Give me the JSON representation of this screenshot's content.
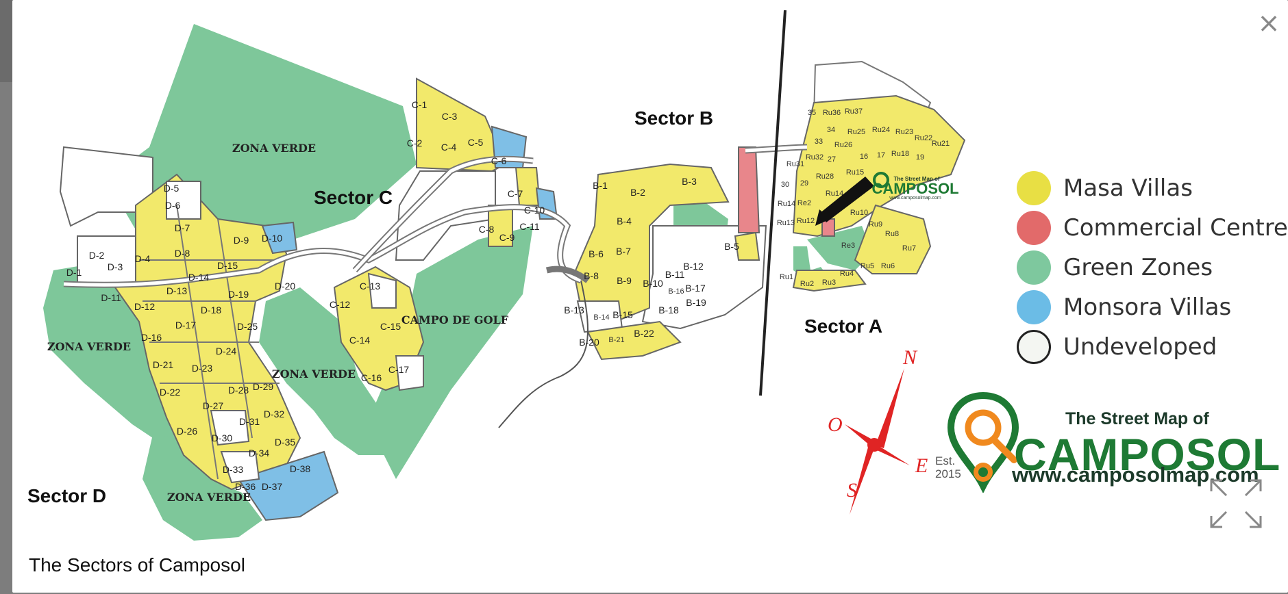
{
  "viewer": {
    "close_label": "×",
    "caption": "The Sectors of Camposol"
  },
  "colors": {
    "masa": "#f2e96b",
    "commercial": "#e8868b",
    "green": "#7ec79a",
    "monsora": "#7fbfe6",
    "undeveloped": "#ffffff",
    "road": "#666666"
  },
  "map": {
    "sector_labels": [
      "Sector A",
      "Sector B",
      "Sector C",
      "Sector D"
    ],
    "zone_labels": {
      "zona_verde": "ZONA VERDE",
      "campo_de_golf": "CAMPO DE GOLF"
    },
    "compass": {
      "n": "N",
      "e": "E",
      "s": "S",
      "o": "O"
    },
    "mini_logo": {
      "sub": "The Street Map of",
      "name": "CAMPOSOL",
      "url": "www.camposolmap.com"
    }
  },
  "legend": [
    {
      "label": "Masa Villas",
      "color": "#e8df44"
    },
    {
      "label": "Commercial Centre",
      "color": "#e26a6a"
    },
    {
      "label": "Green Zones",
      "color": "#7ec89e"
    },
    {
      "label": "Monsora Villas",
      "color": "#6bbce6"
    },
    {
      "label": "Undeveloped",
      "color": "#f4f6f2"
    }
  ],
  "brand": {
    "sub": "The Street Map of",
    "name": "CAMPOSOL",
    "url": "www.camposolmap.com",
    "est": "Est.",
    "year": "2015"
  },
  "plots": {
    "d": [
      "D-1",
      "D-2",
      "D-3",
      "D-4",
      "D-5",
      "D-6",
      "D-7",
      "D-8",
      "D-9",
      "D-10",
      "D-11",
      "D-12",
      "D-13",
      "D-14",
      "D-15",
      "D-16",
      "D-17",
      "D-18",
      "D-19",
      "D-20",
      "D-21",
      "D-22",
      "D-23",
      "D-24",
      "D-25",
      "D-26",
      "D-27",
      "D-28",
      "D-29",
      "D-30",
      "D-31",
      "D-32",
      "D-33",
      "D-34",
      "D-35",
      "D-36",
      "D-37",
      "D-38"
    ],
    "c": [
      "C-1",
      "C-2",
      "C-3",
      "C-4",
      "C-5",
      "C-6",
      "C-7",
      "C-8",
      "C-9",
      "C-10",
      "C-11",
      "C-12",
      "C-13",
      "C-14",
      "C-15",
      "C-16",
      "C-17"
    ],
    "b": [
      "B-1",
      "B-2",
      "B-3",
      "B-4",
      "B-5",
      "B-6",
      "B-7",
      "B-8",
      "B-9",
      "B-10",
      "B-11",
      "B-12",
      "B-13",
      "B-14",
      "B-15",
      "B-16",
      "B-17",
      "B-18",
      "B-19",
      "B-20",
      "B-21",
      "B-22"
    ],
    "a": [
      "35",
      "Ru36",
      "Ru37",
      "Ru25",
      "Ru24",
      "Ru23",
      "Ru22",
      "Ru21",
      "34",
      "33",
      "Ru26",
      "16",
      "17",
      "Ru18",
      "19",
      "Ru31",
      "Ru32",
      "27",
      "Ru15",
      "30",
      "29",
      "Ru28",
      "Ru14",
      "Ru14",
      "Re2",
      "Ru13",
      "Ru12",
      "Ru10",
      "Ru9",
      "Ru8",
      "Ru7",
      "Re3",
      "Ru4",
      "Ru5",
      "Ru6",
      "Ru1",
      "Ru2",
      "Ru3"
    ]
  }
}
